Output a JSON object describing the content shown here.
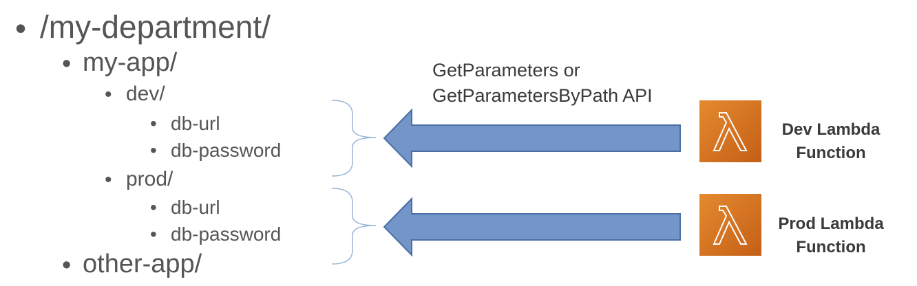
{
  "tree": {
    "root": "/my-department/",
    "app1": "my-app/",
    "dev": "dev/",
    "dev_items": [
      "db-url",
      "db-password"
    ],
    "prod": "prod/",
    "prod_items": [
      "db-url",
      "db-password"
    ],
    "app2": "other-app/"
  },
  "api_label": {
    "line1": "GetParameters or",
    "line2": "GetParametersByPath API"
  },
  "functions": [
    {
      "line1": "Dev Lambda",
      "line2": "Function",
      "icon": "lambda-icon"
    },
    {
      "line1": "Prod Lambda",
      "line2": "Function",
      "icon": "lambda-icon"
    }
  ],
  "colors": {
    "arrow_fill": "#7395c8",
    "arrow_stroke": "#4a6fa5",
    "lambda_bg": "#e07b2a",
    "lambda_bg_dark": "#c45f16",
    "brace": "#9ab5d6",
    "text": "#555555"
  }
}
